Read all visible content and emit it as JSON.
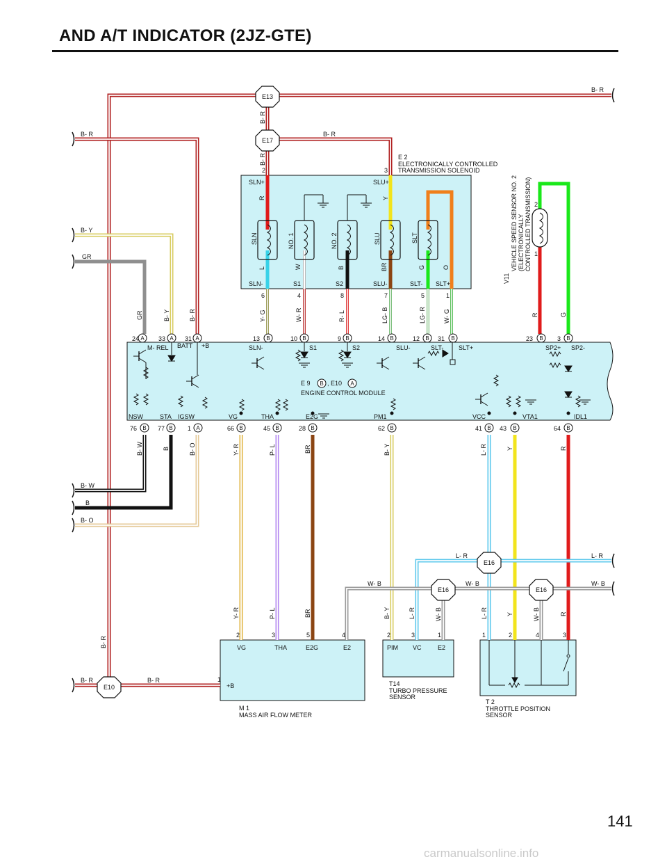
{
  "title": "AND A/T INDICATOR (2JZ-GTE)",
  "page_number": "141",
  "watermark": "carmanualsonline.info",
  "junctions": {
    "e13": "E13",
    "e17": "E17",
    "e10": "E10",
    "e16_top": "E16",
    "e16_left": "E16",
    "e16_right": "E16"
  },
  "wire_labels": {
    "br_top_right": "B- R",
    "br_e17": "B- R",
    "br_left_top": "B- R",
    "by_left": "B- Y",
    "gr_left": "GR",
    "bw_left": "B- W",
    "b_left": "B",
    "bo_left": "B- O",
    "br_e10_left": "B- R",
    "br_e10_right": "B- R",
    "br_vertical": "B- R",
    "br_e13_v": "B- R",
    "br_e17_v": "B- R",
    "gr_v": "GR",
    "by_v": "B- Y",
    "br_v": "B- R",
    "y_g": "Y- G",
    "w_r": "W- R",
    "r_l": "R- L",
    "lg_b": "LG- B",
    "lg_r": "LG- R",
    "w_g": "W- G",
    "r_vss": "R",
    "g_vss": "G",
    "b_w_low": "B- W",
    "b_low": "B",
    "b_o_low": "B- O",
    "y_r_low": "Y- R",
    "p_l_low": "P- L",
    "br_low": "BR",
    "b_y_low": "B- Y",
    "l_r_low": "L- R",
    "y_low": "Y",
    "r_low": "R",
    "lr_right": "L- R",
    "lr_right2": "L- R",
    "wb_left": "W- B",
    "wb_mid": "W- B",
    "wb_right": "W- B",
    "y_r_m1": "Y- R",
    "p_l_m1": "P- L",
    "br_m1": "BR",
    "b_y_t14": "B- Y",
    "l_r_t14": "L- R",
    "w_b_t14": "W- B",
    "l_r_t2": "L- R",
    "y_t2": "Y",
    "w_b_t2": "W- B",
    "r_t2": "R"
  },
  "solenoid": {
    "code": "E 2",
    "name1": "ELECTRONICALLY CONTROLLED",
    "name2": "TRANSMISSION SOLENOID",
    "pin2": "2",
    "pin3": "3",
    "sln_plus": "SLN+",
    "slu_plus": "SLU+",
    "r": "R",
    "y": "Y",
    "coil_sln": "SLN",
    "coil_no1": "NO. 1",
    "coil_no2": "NO. 2",
    "coil_slu": "SLU",
    "coil_slt": "SLT",
    "w_l": "L",
    "w_w": "W",
    "w_b": "B",
    "w_br": "BR",
    "w_g": "G",
    "w_o": "O",
    "t_sln_minus": "SLN-",
    "t_s1": "S1",
    "t_s2": "S2",
    "t_slu_minus": "SLU-",
    "t_slt_minus": "SLT-",
    "t_slt_plus": "SLT+",
    "p6": "6",
    "p4": "4",
    "p8": "8",
    "p7": "7",
    "p5": "5",
    "p1": "1"
  },
  "vss": {
    "code": "V11",
    "name1": "VEHICLE SPEED SENSOR NO. 2",
    "name2": "(ELECTRONICALLY",
    "name3": "CONTROLLED TRANSMISSION)",
    "pin2": "2",
    "pin1": "1"
  },
  "ecm": {
    "name": "ENGINE CONTROL MODULE",
    "code_e9": "E 9",
    "code_e10": ", E10",
    "conn_b": "B",
    "conn_a": "A",
    "top_pins": [
      {
        "num": "24",
        "conn": "A"
      },
      {
        "num": "33",
        "conn": "A"
      },
      {
        "num": "31",
        "conn": "A"
      },
      {
        "num": "13",
        "conn": "B"
      },
      {
        "num": "10",
        "conn": "B"
      },
      {
        "num": "9",
        "conn": "B"
      },
      {
        "num": "14",
        "conn": "B"
      },
      {
        "num": "12",
        "conn": "B"
      },
      {
        "num": "31",
        "conn": "B"
      },
      {
        "num": "23",
        "conn": "B"
      },
      {
        "num": "3",
        "conn": "B"
      }
    ],
    "bottom_pins": [
      {
        "num": "76",
        "conn": "B"
      },
      {
        "num": "77",
        "conn": "B"
      },
      {
        "num": "1",
        "conn": "A"
      },
      {
        "num": "66",
        "conn": "B"
      },
      {
        "num": "45",
        "conn": "B"
      },
      {
        "num": "28",
        "conn": "B"
      },
      {
        "num": "62",
        "conn": "B"
      },
      {
        "num": "41",
        "conn": "B"
      },
      {
        "num": "43",
        "conn": "B"
      },
      {
        "num": "64",
        "conn": "B"
      }
    ],
    "terminals_top": [
      "M- REL",
      "BATT",
      "+B",
      "SLN-",
      "S1",
      "S2",
      "SLU-",
      "SLT-",
      "SLT+",
      "SP2+",
      "SP2-"
    ],
    "terminals_bottom": [
      "NSW",
      "STA",
      "IGSW",
      "VG",
      "THA",
      "E2G",
      "PM1",
      "VCC",
      "VTA1",
      "IDL1"
    ]
  },
  "maf": {
    "code": "M 1",
    "name": "MASS AIR FLOW METER",
    "pins": [
      "2",
      "3",
      "5",
      "4",
      "1"
    ],
    "terms": [
      "VG",
      "THA",
      "E2G",
      "E2",
      "+B"
    ]
  },
  "t14": {
    "code": "T14",
    "name1": "TURBO PRESSURE",
    "name2": "SENSOR",
    "pins": [
      "2",
      "3",
      "1"
    ],
    "terms": [
      "PIM",
      "VC",
      "E2"
    ]
  },
  "t2": {
    "code": "T 2",
    "name1": "THROTTLE POSITION",
    "name2": "SENSOR",
    "pins": [
      "1",
      "2",
      "4",
      "3"
    ]
  }
}
